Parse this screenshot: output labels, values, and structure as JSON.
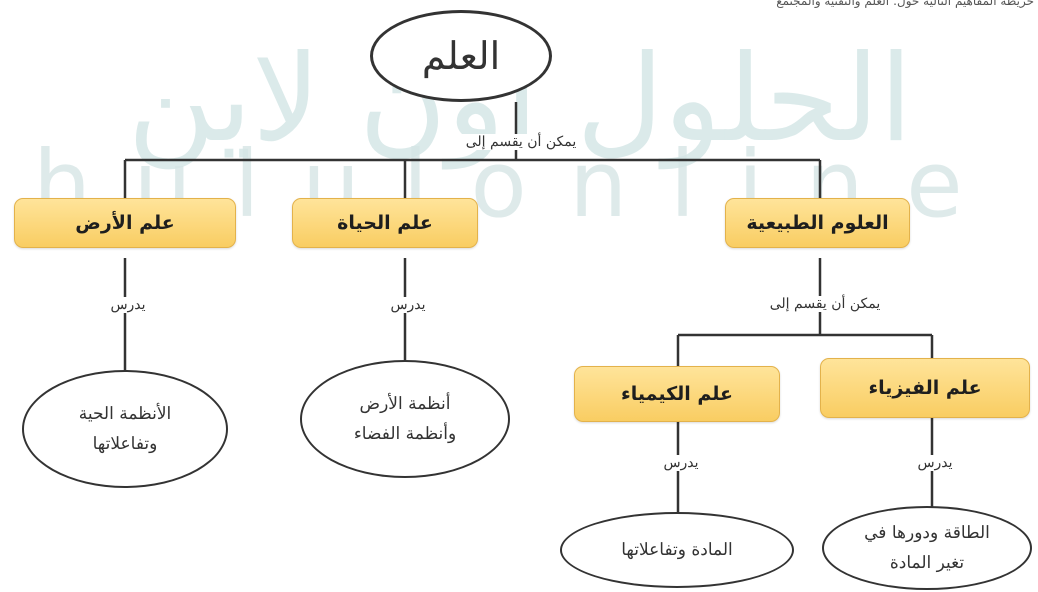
{
  "watermark": {
    "arabic": "الحلول اون لاين",
    "latin": "hululonline"
  },
  "top_text": "خريطة المفاهيم التالية حول: العلم والتقنية والمجتمع",
  "root": "العلم",
  "relation_divides": "يمكن أن يقسم إلى",
  "relation_studies": "يدرس",
  "branches": [
    {
      "label": "العلوم الطبيعية"
    },
    {
      "label": "علم الحياة",
      "studies": "أنظمة الأرض\nوأنظمة الفضاء"
    },
    {
      "label": "علم الأرض",
      "studies": "الأنظمة الحية\nوتفاعلاتها"
    }
  ],
  "sub_branches": [
    {
      "label": "علم الفيزياء",
      "studies": "الطاقة ودورها في\nتغير المادة"
    },
    {
      "label": "علم الكيمياء",
      "studies": "المادة وتفاعلاتها"
    }
  ]
}
